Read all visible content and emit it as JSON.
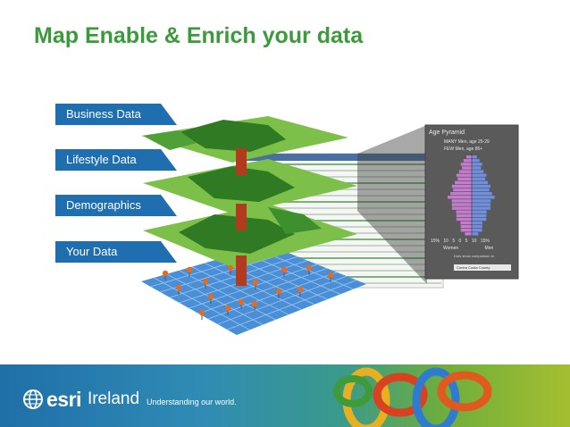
{
  "title": "Map Enable & Enrich your data",
  "layers": [
    {
      "label": "Business Data"
    },
    {
      "label": "Lifestyle Data"
    },
    {
      "label": "Demographics"
    },
    {
      "label": "Your Data"
    }
  ],
  "age_pyramid": {
    "title": "Age Pyramid",
    "legend_many": "MANY   Men, age 25-29",
    "legend_few": "FEW    Men, age 85+",
    "axis_labels": "15%  10  5  0  5  10  15%",
    "left_label": "Women",
    "right_label": "Men",
    "note": "Dots show comparison to",
    "selection": "Contra Costa County"
  },
  "footer": {
    "brand": "esri",
    "region": "Ireland",
    "tagline": "Understanding our world."
  },
  "colors": {
    "title": "#3c9a3c",
    "label_box": "#1f6fb0",
    "layer_green": "#5aa83a",
    "grid_blue": "#4a8fd6",
    "pyramid_bg": "#5a5a5a",
    "pyramid_women": "#c77bd0",
    "pyramid_men": "#6f8fe0"
  },
  "icons": [
    "globe-icon",
    "chain-links-image",
    "pin-icon"
  ]
}
